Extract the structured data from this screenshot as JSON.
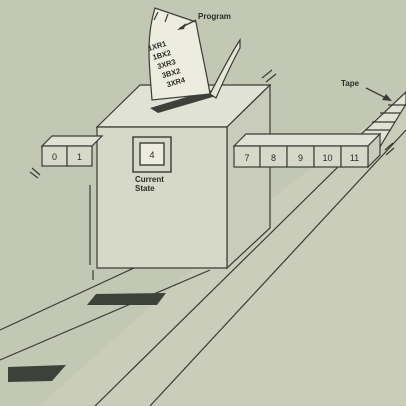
{
  "labels": {
    "program": "Program",
    "tape": "Tape",
    "current_state_line1": "Current",
    "current_state_line2": "State",
    "current_state_value": "4"
  },
  "tape_left": [
    "0",
    "1"
  ],
  "tape_right": [
    "7",
    "8",
    "9",
    "10",
    "11"
  ],
  "program_lines": [
    "1XR1",
    "1BX2",
    "3XR3",
    "3BX2",
    "3XR4"
  ]
}
